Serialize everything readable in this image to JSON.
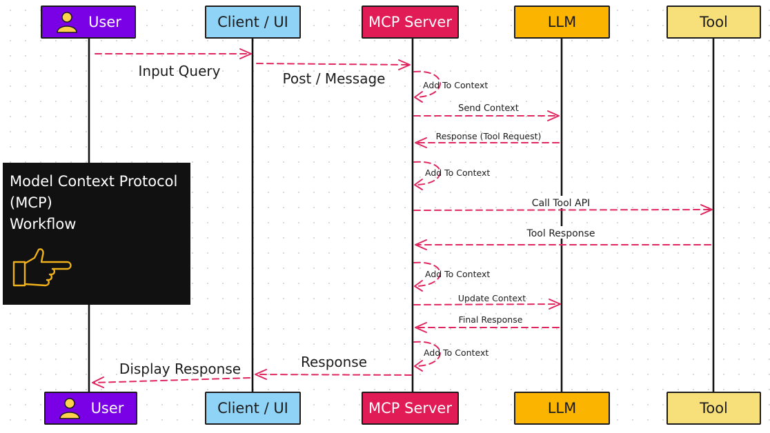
{
  "actors": [
    {
      "id": "user",
      "label": "User",
      "color": "#7a00e6"
    },
    {
      "id": "client",
      "label": "Client / UI",
      "color": "#8fd3f6"
    },
    {
      "id": "mcp",
      "label": "MCP Server",
      "color": "#e01b56"
    },
    {
      "id": "llm",
      "label": "LLM",
      "color": "#fbb400"
    },
    {
      "id": "tool",
      "label": "Tool",
      "color": "#f7e07a"
    }
  ],
  "messages": {
    "input_query": "Input Query",
    "post_message": "Post / Message",
    "add_context_1": "Add To Context",
    "send_context": "Send Context",
    "response_tool_request": "Response (Tool Request)",
    "add_context_2": "Add To  Context",
    "call_tool_api": "Call Tool API",
    "tool_response": "Tool Response",
    "add_context_3": "Add To  Context",
    "update_context": "Update Context",
    "final_response": "Final Response",
    "add_context_4": "Add To  Context",
    "response": "Response",
    "display_response": "Display Response"
  },
  "info_box": {
    "title": "Model Context Protocol\n(MCP)\nWorkflow",
    "icon": "pointing-hand-icon"
  },
  "arrow_color": "#e0245e"
}
